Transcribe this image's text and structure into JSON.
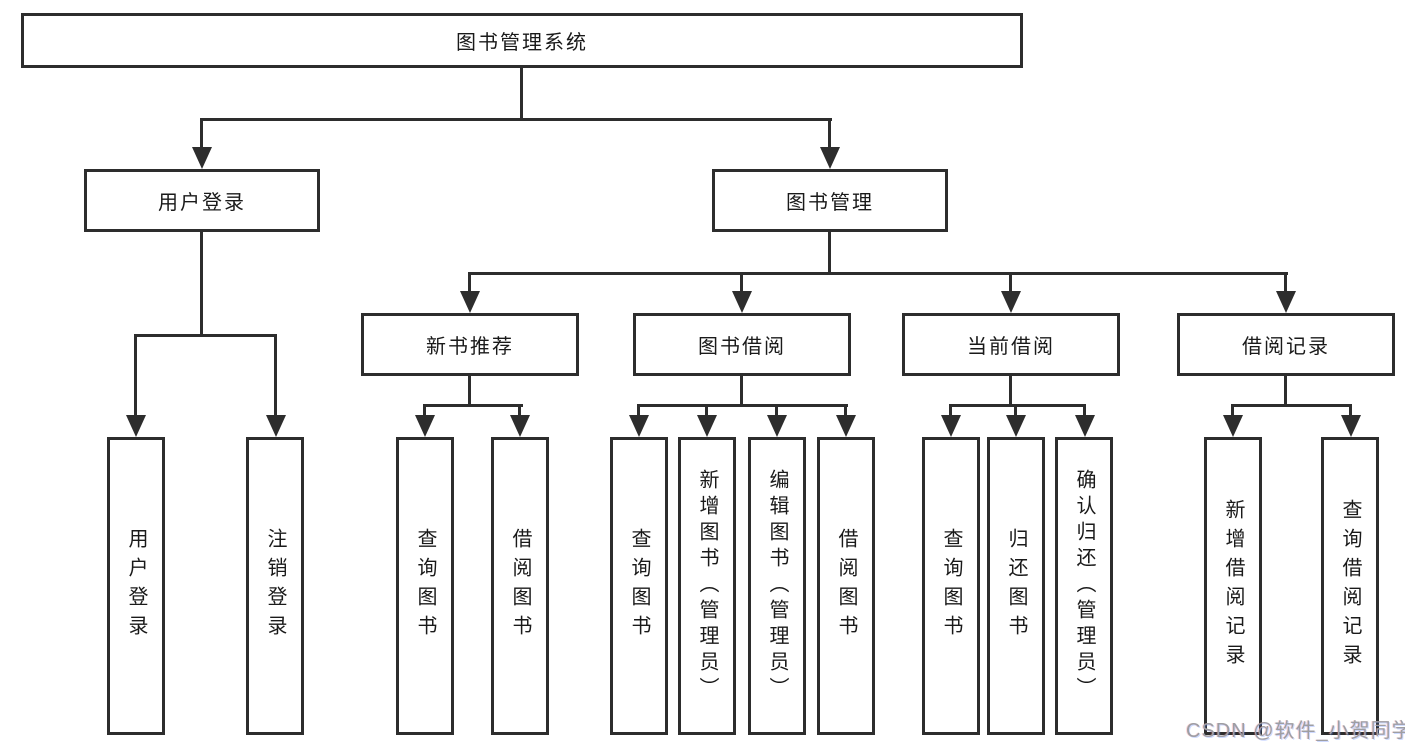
{
  "diagram": {
    "root": {
      "label": "图书管理系统"
    },
    "level2": {
      "user_login": {
        "label": "用户登录"
      },
      "book_management": {
        "label": "图书管理"
      }
    },
    "level3": {
      "new_book_recommend": {
        "label": "新书推荐"
      },
      "book_borrow": {
        "label": "图书借阅"
      },
      "current_borrow": {
        "label": "当前借阅"
      },
      "borrow_record": {
        "label": "借阅记录"
      }
    },
    "leaves": {
      "user_login_leaf": {
        "label": "用户登录"
      },
      "logout": {
        "label": "注销登录"
      },
      "query_book_recommend": {
        "label": "查询图书"
      },
      "borrow_book_recommend": {
        "label": "借阅图书"
      },
      "query_book_borrow": {
        "label": "查询图书"
      },
      "add_book_admin": {
        "label": "新增图书（管理员）"
      },
      "edit_book_admin": {
        "label": "编辑图书（管理员）"
      },
      "borrow_book": {
        "label": "借阅图书"
      },
      "query_book_current": {
        "label": "查询图书"
      },
      "return_book": {
        "label": "归还图书"
      },
      "confirm_return_admin": {
        "label": "确认归还（管理员）"
      },
      "add_borrow_record": {
        "label": "新增借阅记录"
      },
      "query_borrow_record": {
        "label": "查询借阅记录"
      }
    }
  },
  "watermark": {
    "text": "CSDN @软件_小贺同学",
    "color": "#9e9ea3"
  },
  "colors": {
    "line": "#2d2d2d",
    "text": "#1a1a1a",
    "background": "#ffffff"
  }
}
